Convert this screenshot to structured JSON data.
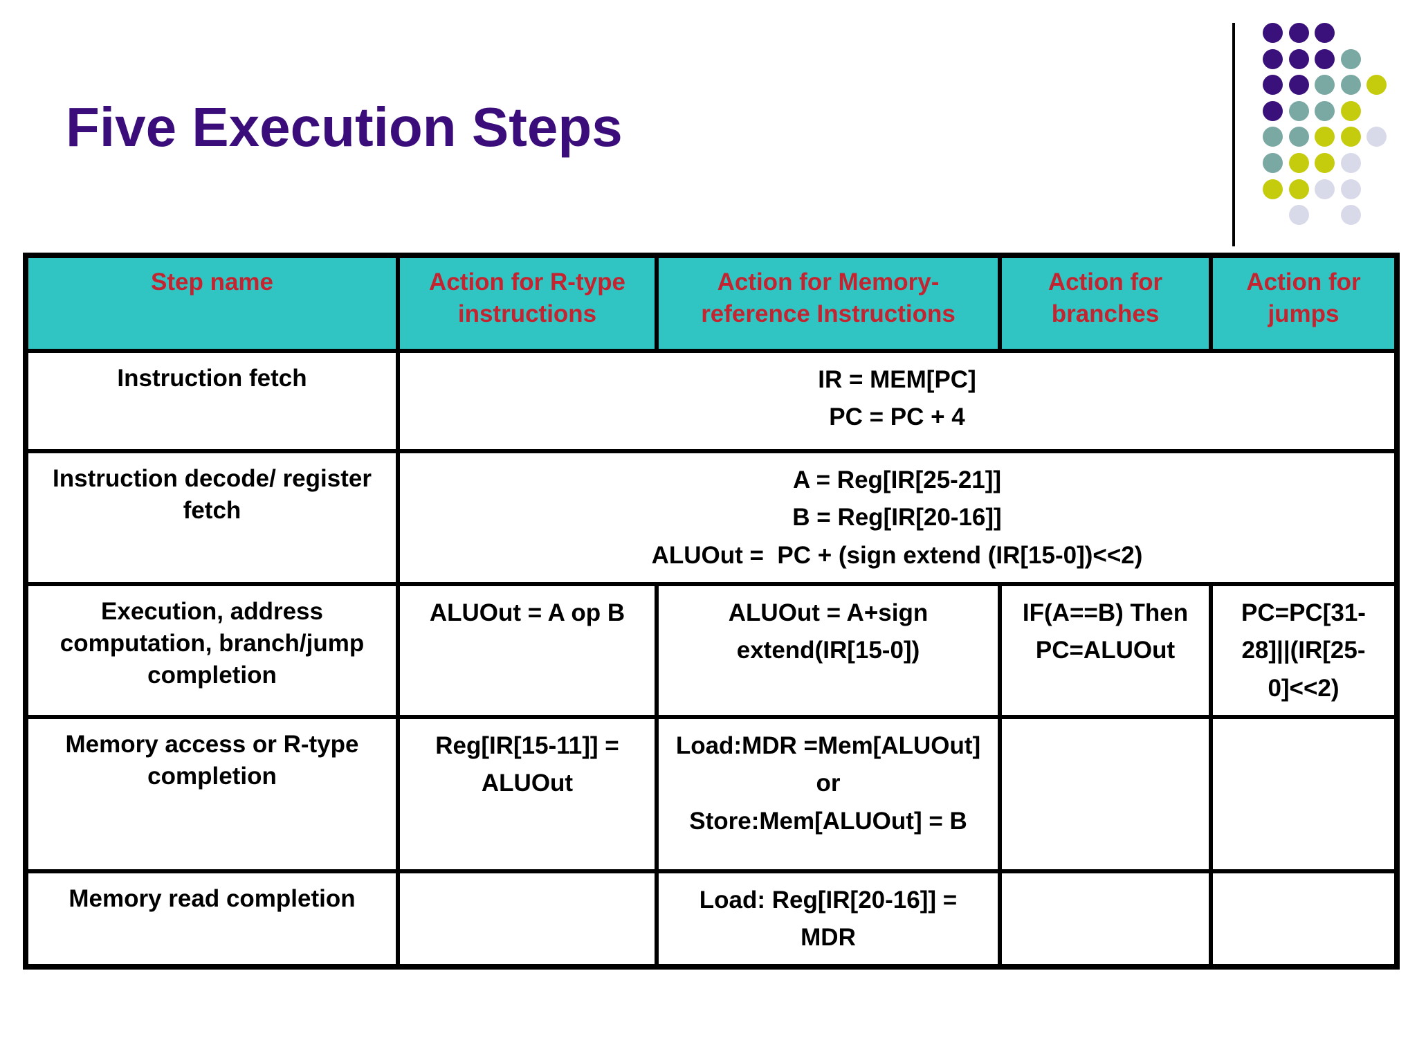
{
  "slide": {
    "title": "Five Execution Steps"
  },
  "theme": {
    "title_color": "#3A0D7A",
    "header_bg": "#30C5C3",
    "header_fg": "#C42430",
    "line_color": "#000000",
    "border_color": "#000000",
    "background": "#FFFFFF"
  },
  "decoration": {
    "dot_colors": {
      "P": "#3A107B",
      "T": "#7AA8A2",
      "Y": "#C5CC0D",
      "L": "#D9DAE9"
    },
    "dot_rows": [
      [
        "P",
        "P",
        "P",
        null,
        null
      ],
      [
        "P",
        "P",
        "P",
        "T",
        null
      ],
      [
        "P",
        "P",
        "T",
        "T",
        "Y"
      ],
      [
        "P",
        "T",
        "T",
        "Y",
        null
      ],
      [
        "T",
        "T",
        "Y",
        "Y",
        "L"
      ],
      [
        "T",
        "Y",
        "Y",
        "L",
        null
      ],
      [
        "Y",
        "Y",
        "L",
        "L",
        null
      ],
      [
        null,
        "L",
        null,
        "L",
        null
      ]
    ]
  },
  "table": {
    "headers": [
      "Step name",
      "Action for R-type\ninstructions",
      "Action for Memory-\nreference Instructions",
      "Action for\nbranches",
      "Action for\njumps"
    ],
    "rows": {
      "fetch": {
        "step": "Instruction fetch",
        "all": "IR = MEM[PC]\nPC = PC + 4"
      },
      "decode": {
        "step": "Instruction decode/ register\nfetch",
        "all": "A = Reg[IR[25-21]]\nB = Reg[IR[20-16]]\nALUOut =  PC + (sign extend (IR[15-0])<<2)"
      },
      "execute": {
        "step": "Execution, address\ncomputation, branch/jump\ncompletion",
        "rtype": "ALUOut = A op B",
        "memref": "ALUOut = A+sign\nextend(IR[15-0])",
        "branch": "IF(A==B) Then\nPC=ALUOut",
        "jump": "PC=PC[31-\n28]||(IR[25-\n0]<<2)"
      },
      "memaccess": {
        "step": "Memory access or R-type\ncompletion",
        "rtype": "Reg[IR[15-11]] =\nALUOut",
        "memref": "Load:MDR =Mem[ALUOut]\nor\nStore:Mem[ALUOut] = B",
        "branch": "",
        "jump": ""
      },
      "memread": {
        "step": "Memory read completion",
        "rtype": "",
        "memref": "Load: Reg[IR[20-16]] =\nMDR",
        "branch": "",
        "jump": ""
      }
    }
  }
}
